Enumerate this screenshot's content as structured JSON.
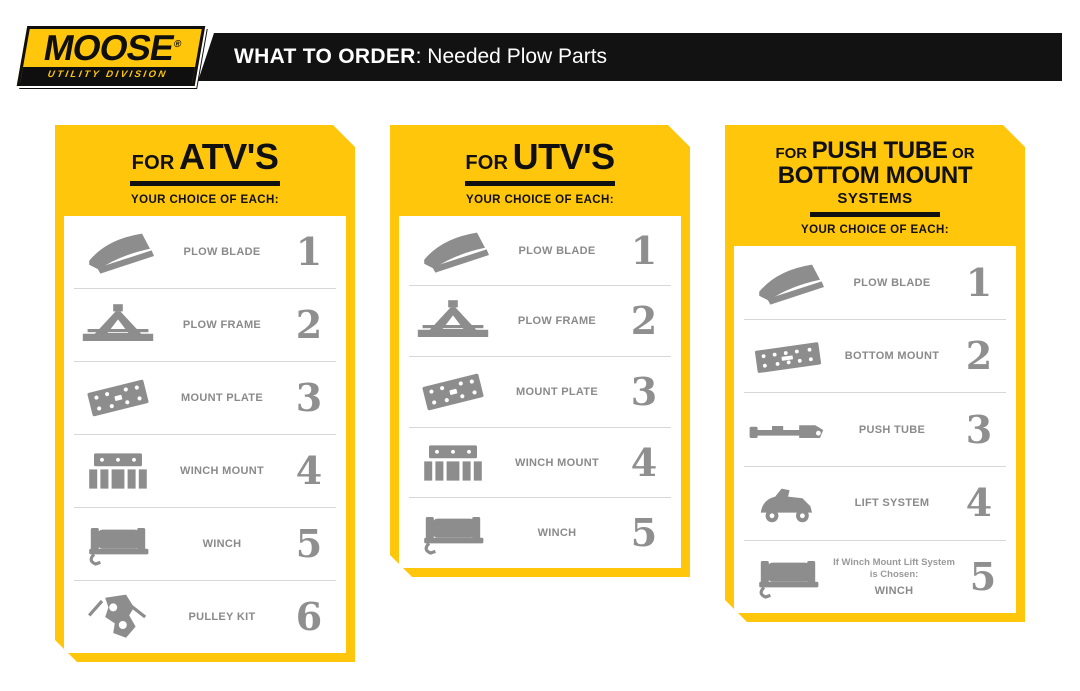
{
  "logo": {
    "brand": "MOOSE",
    "registered": "®",
    "division": "UTILITY DIVISION"
  },
  "header": {
    "title_bold": "WHAT TO ORDER",
    "title_rest": ": Needed Plow Parts"
  },
  "colors": {
    "yellow": "#ffc60b",
    "black": "#121212",
    "label_gray": "#8a8a8a",
    "number_gray": "#8f8f8f",
    "divider": "#d8d8d8"
  },
  "cards": [
    {
      "id": "atv",
      "title_prefix": "FOR",
      "title": "ATV'S",
      "subtitle": "YOUR CHOICE OF EACH:",
      "items": [
        {
          "icon": "plow-blade-icon",
          "label": "PLOW BLADE",
          "number": "1"
        },
        {
          "icon": "plow-frame-icon",
          "label": "PLOW FRAME",
          "number": "2"
        },
        {
          "icon": "mount-plate-icon",
          "label": "MOUNT PLATE",
          "number": "3"
        },
        {
          "icon": "winch-mount-icon",
          "label": "WINCH MOUNT",
          "number": "4"
        },
        {
          "icon": "winch-icon",
          "label": "WINCH",
          "number": "5"
        },
        {
          "icon": "pulley-kit-icon",
          "label": "PULLEY KIT",
          "number": "6"
        }
      ]
    },
    {
      "id": "utv",
      "title_prefix": "FOR",
      "title": "UTV'S",
      "subtitle": "YOUR CHOICE OF EACH:",
      "items": [
        {
          "icon": "plow-blade-icon",
          "label": "PLOW BLADE",
          "number": "1"
        },
        {
          "icon": "plow-frame-icon",
          "label": "PLOW FRAME",
          "number": "2"
        },
        {
          "icon": "mount-plate-icon",
          "label": "MOUNT PLATE",
          "number": "3"
        },
        {
          "icon": "winch-mount-icon",
          "label": "WINCH MOUNT",
          "number": "4"
        },
        {
          "icon": "winch-icon",
          "label": "WINCH",
          "number": "5"
        }
      ]
    },
    {
      "id": "push-tube-bottom-mount",
      "title_line1_prefix": "FOR",
      "title_line1": "PUSH TUBE",
      "title_line1_suffix": "OR",
      "title_line2": "BOTTOM MOUNT",
      "title_line3": "SYSTEMS",
      "subtitle": "YOUR CHOICE OF EACH:",
      "items": [
        {
          "icon": "plow-blade-icon",
          "label": "PLOW BLADE",
          "number": "1"
        },
        {
          "icon": "bottom-mount-icon",
          "label": "BOTTOM MOUNT",
          "number": "2"
        },
        {
          "icon": "push-tube-icon",
          "label": "PUSH TUBE",
          "number": "3"
        },
        {
          "icon": "lift-system-icon",
          "label": "LIFT SYSTEM",
          "number": "4"
        },
        {
          "icon": "winch-icon",
          "note": "If Winch Mount Lift System is Chosen:",
          "label": "WINCH",
          "number": "5"
        }
      ]
    }
  ]
}
